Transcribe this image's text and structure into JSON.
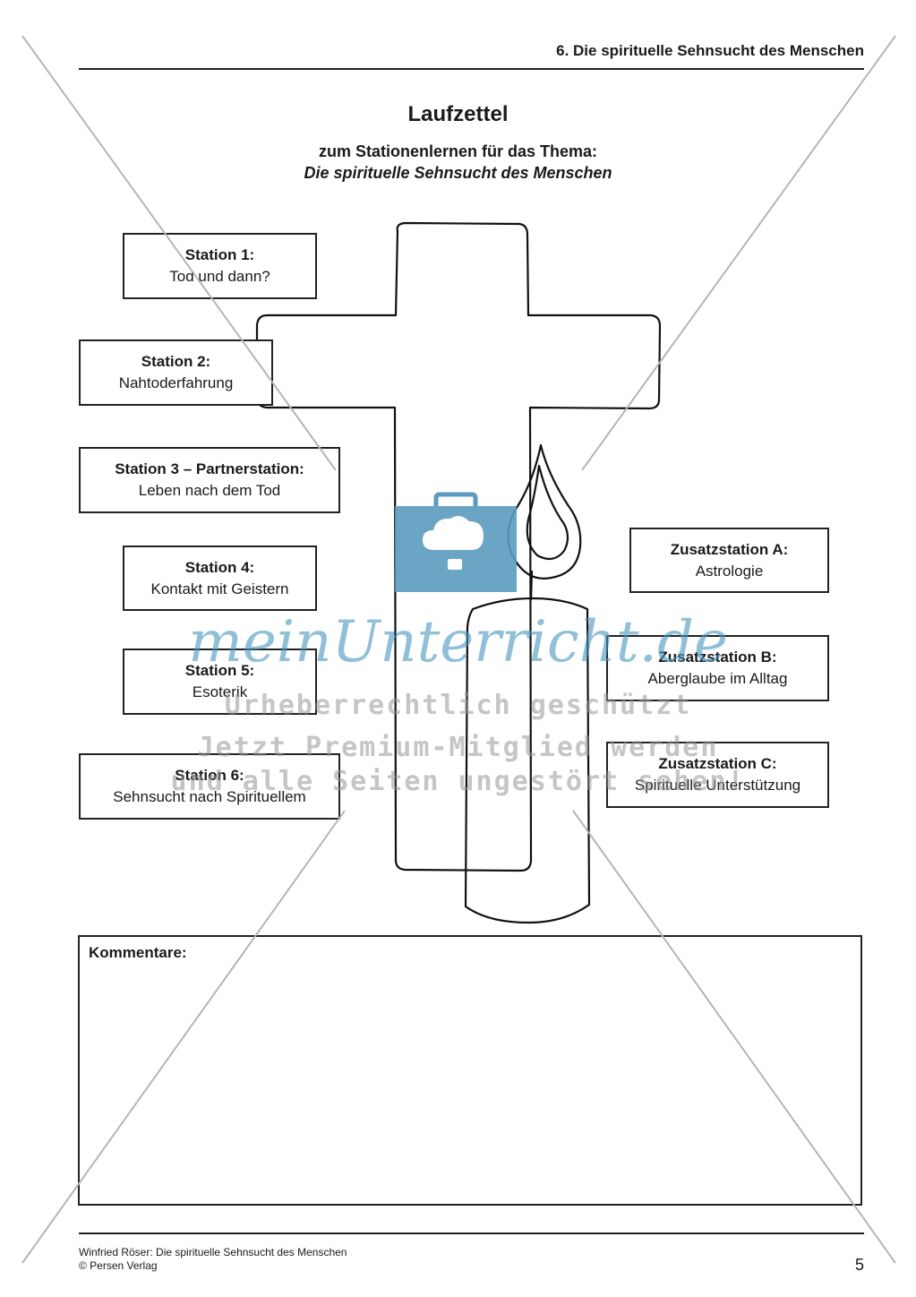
{
  "header": {
    "title": "6. Die spirituelle Sehnsucht des Menschen"
  },
  "document": {
    "title": "Laufzettel",
    "subtitle": "zum Stationenlernen für das Thema:",
    "subtitle_italic": "Die spirituelle Sehnsucht des Menschen"
  },
  "stations": [
    {
      "label": "Station 1:",
      "text": "Tod und dann?"
    },
    {
      "label": "Station 2:",
      "text": "Nahtoderfahrung"
    },
    {
      "label": "Station 3 – Partnerstation:",
      "text": "Leben nach dem Tod"
    },
    {
      "label": "Station 4:",
      "text": "Kontakt mit Geistern"
    },
    {
      "label": "Station 5:",
      "text": "Esoterik"
    },
    {
      "label": "Station 6:",
      "text": "Sehnsucht nach Spirituellem"
    }
  ],
  "extra_stations": [
    {
      "label": "Zusatzstation A:",
      "text": "Astrologie"
    },
    {
      "label": "Zusatzstation B:",
      "text": "Aberglaube im Alltag"
    },
    {
      "label": "Zusatzstation C:",
      "text": "Spirituelle Unterstützung"
    }
  ],
  "comments": {
    "label": "Kommentare:"
  },
  "footer": {
    "author": "Winfried Röser: Die spirituelle Sehnsucht des Menschen",
    "publisher": "© Persen Verlag",
    "page_number": "5"
  },
  "watermark": {
    "brand": "meinUnterricht.de",
    "line1": "Urheberrechtlich geschützt",
    "line2": "Jetzt Premium-Mitglied werden",
    "line3": "und alle Seiten ungestört sehen!",
    "logo_icon": "briefcase-cloud-icon",
    "logo_color": "#5b9bbf"
  },
  "illustration": {
    "icons": [
      "cross-icon",
      "candle-icon"
    ]
  }
}
